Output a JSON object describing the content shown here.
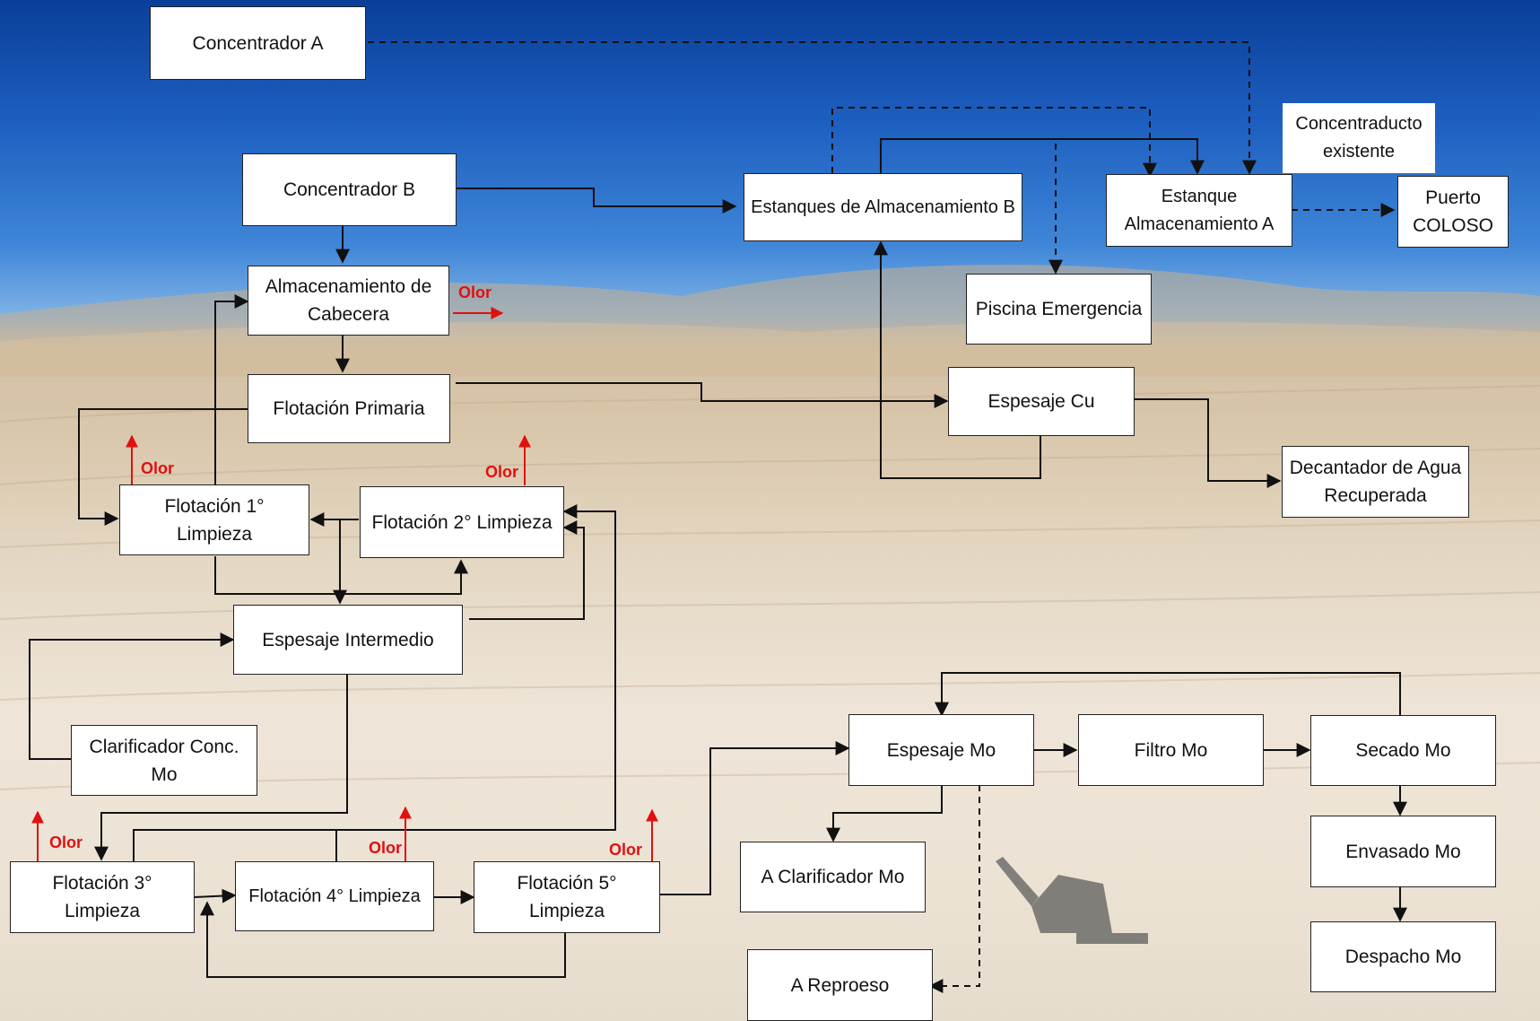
{
  "nodes": {
    "concentrador_a": "Concentrador A",
    "concentrador_b": "Concentrador B",
    "estanques_b": "Estanques de Almacenamiento B",
    "estanque_a": "Estanque Almacenamiento A",
    "puerto": "Puerto COLOSO",
    "piscina": "Piscina Emergencia",
    "almacenamiento_cabecera": "Almacenamiento de Cabecera",
    "flotacion_primaria": "Flotación Primaria",
    "espesaje_cu": "Espesaje Cu",
    "decantador": "Decantador de Agua Recuperada",
    "flotacion_1": "Flotación 1° Limpieza",
    "flotacion_2": "Flotación 2° Limpieza",
    "espesaje_intermedio": "Espesaje Intermedio",
    "clarificador_conc": "Clarificador Conc. Mo",
    "flotacion_3": "Flotación 3° Limpieza",
    "flotacion_4": "Flotación 4° Limpieza",
    "flotacion_5": "Flotación 5° Limpieza",
    "espesaje_mo": "Espesaje Mo",
    "filtro_mo": "Filtro Mo",
    "secado_mo": "Secado Mo",
    "a_clarificador": "A Clarificador Mo",
    "envasado_mo": "Envasado Mo",
    "a_reproceso": "A Reproeso",
    "despacho_mo": "Despacho Mo"
  },
  "notes": {
    "concentraducto": "Concentraducto existente"
  },
  "olor_label": "Olor",
  "colors": {
    "sky_top": "#0a3f9a",
    "ground": "#e4d7c3",
    "olor": "#e01010",
    "line": "#111111"
  }
}
